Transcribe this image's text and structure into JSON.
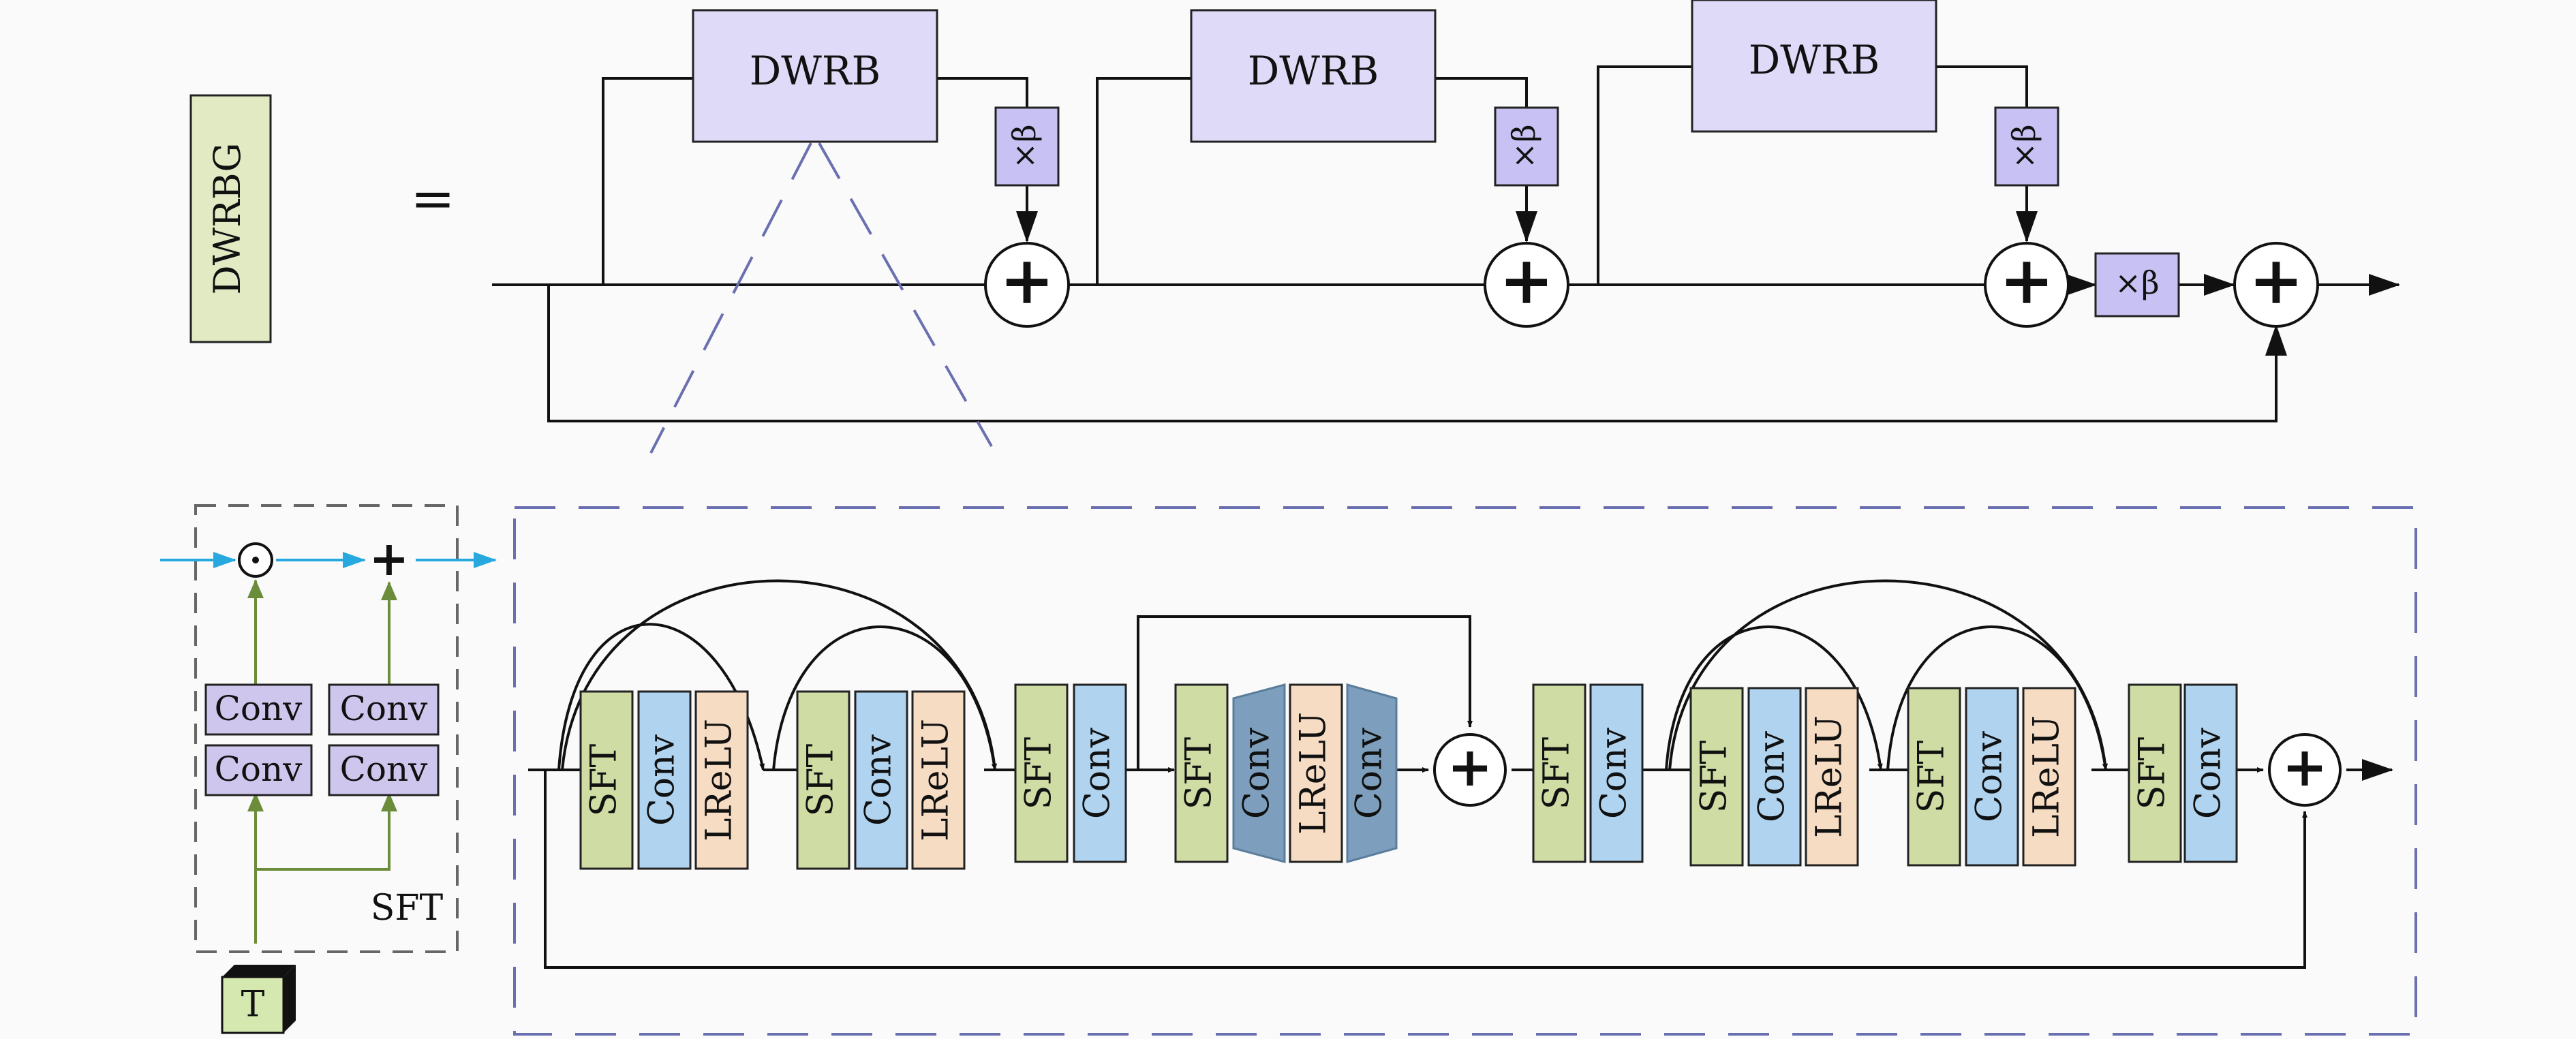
{
  "group_label": "DWRBG",
  "equals_sign": "=",
  "dwrb_label": "DWRB",
  "beta_label": "×β",
  "plus_symbol": "+",
  "odot_symbol": "⊙",
  "sft_panel": {
    "conv_label": "Conv",
    "sft_caption": "SFT",
    "t_label": "T"
  },
  "detail_blocks": {
    "sft": "SFT",
    "conv": "Conv",
    "lrelu": "LReLU"
  },
  "colors": {
    "background": "#fafafa",
    "dwrb_fill": "#dedaf8",
    "dwrbg_fill": "#e2eac4",
    "sft_fill": "#cfdca4",
    "conv_fill": "#b0d4f0",
    "lrelu_fill": "#f7dcc4",
    "dark_conv_fill": "#7d9fbd",
    "dashed_outline": "#6a6fb0",
    "cyan_arrow": "#27a9df",
    "green_arrow": "#6b8c3a",
    "t_fill": "#d5e8b0"
  }
}
